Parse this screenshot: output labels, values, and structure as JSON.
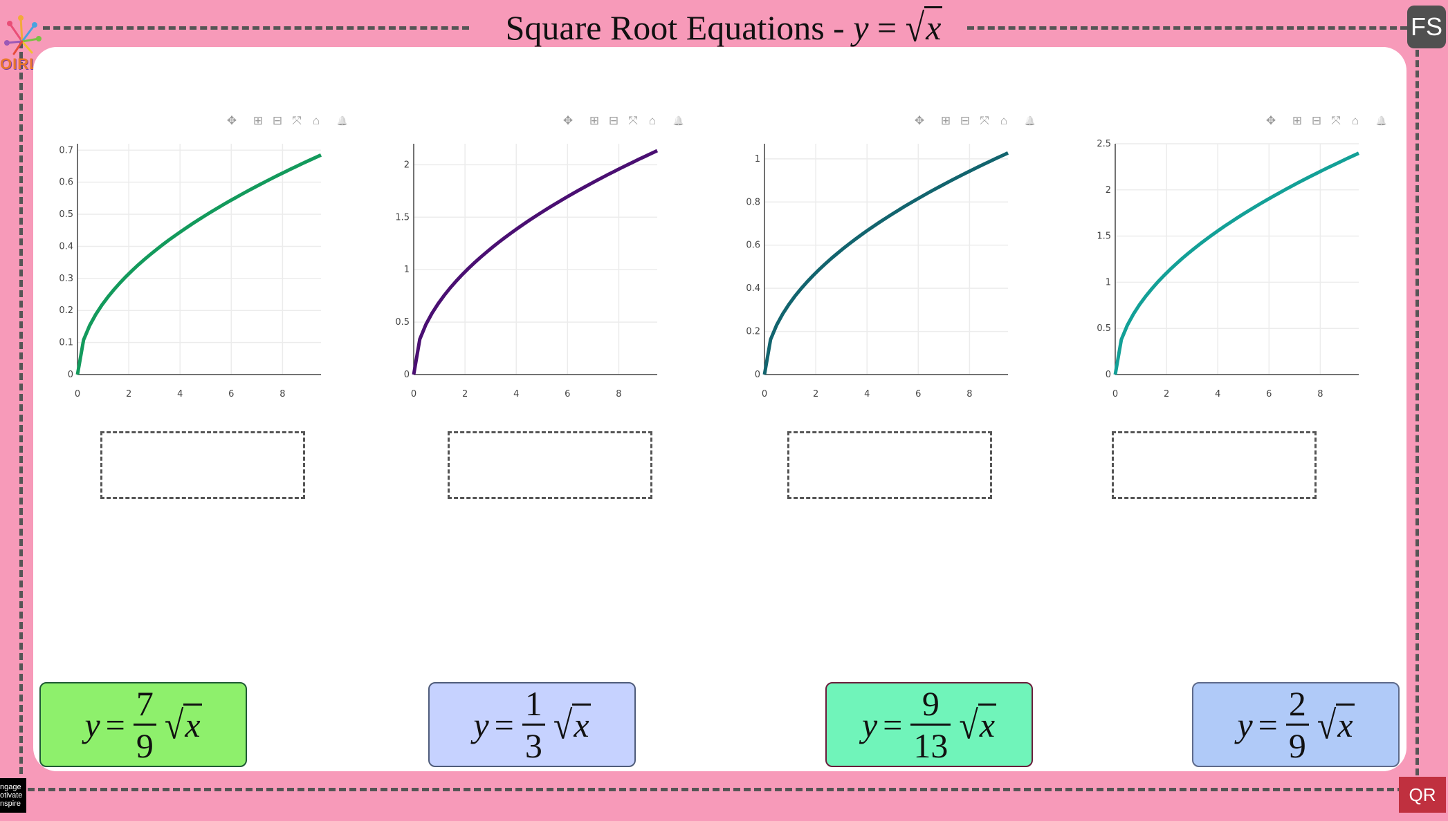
{
  "header": {
    "title_prefix": "Square Root Equations - ",
    "title_var": "y",
    "title_eq": " = ",
    "title_radicand": "x",
    "fullscreen_label": "FS",
    "logo_text": "OIRLE"
  },
  "footer": {
    "qr_label": "QR",
    "badge_lines": [
      "ngage",
      "otivate",
      "nspire"
    ]
  },
  "modebar_icons": [
    "pan-icon",
    "zoom-in-icon",
    "zoom-out-icon",
    "autoscale-icon",
    "home-icon",
    "bell-icon"
  ],
  "chart_data": [
    {
      "type": "line",
      "coef": 0.2222,
      "x_range": [
        0,
        9.5
      ],
      "ylim": [
        0,
        0.72
      ],
      "xticks": [
        0,
        2,
        4,
        6,
        8
      ],
      "yticks": [
        0,
        0.1,
        0.2,
        0.3,
        0.4,
        0.5,
        0.6,
        0.7
      ],
      "color": "#139a5c",
      "grid": true
    },
    {
      "type": "line",
      "coef": 0.6923,
      "x_range": [
        0,
        9.5
      ],
      "ylim": [
        0,
        2.2
      ],
      "xticks": [
        0,
        2,
        4,
        6,
        8
      ],
      "yticks": [
        0,
        0.5,
        1,
        1.5,
        2
      ],
      "color": "#4a0f72",
      "grid": true
    },
    {
      "type": "line",
      "coef": 0.3333,
      "x_range": [
        0,
        9.5
      ],
      "ylim": [
        0,
        1.07
      ],
      "xticks": [
        0,
        2,
        4,
        6,
        8
      ],
      "yticks": [
        0,
        0.2,
        0.4,
        0.6,
        0.8,
        1
      ],
      "color": "#12646e",
      "grid": true
    },
    {
      "type": "line",
      "coef": 0.7778,
      "x_range": [
        0,
        9.5
      ],
      "ylim": [
        0,
        2.5
      ],
      "xticks": [
        0,
        2,
        4,
        6,
        8
      ],
      "yticks": [
        0,
        0.5,
        1,
        1.5,
        2,
        2.5
      ],
      "color": "#13a097",
      "grid": true
    }
  ],
  "cards": [
    {
      "var": "y",
      "eq": "=",
      "num": "7",
      "den": "9",
      "radicand": "x",
      "bg": "#8ef06c",
      "border": "#1e5a34"
    },
    {
      "var": "y",
      "eq": "=",
      "num": "1",
      "den": "3",
      "radicand": "x",
      "bg": "#c6d2ff",
      "border": "#4f5c7a"
    },
    {
      "var": "y",
      "eq": "=",
      "num": "9",
      "den": "13",
      "radicand": "x",
      "bg": "#70f4ba",
      "border": "#6a1c3a"
    },
    {
      "var": "y",
      "eq": "=",
      "num": "2",
      "den": "9",
      "radicand": "x",
      "bg": "#b0caf8",
      "border": "#5e6a8a"
    }
  ]
}
